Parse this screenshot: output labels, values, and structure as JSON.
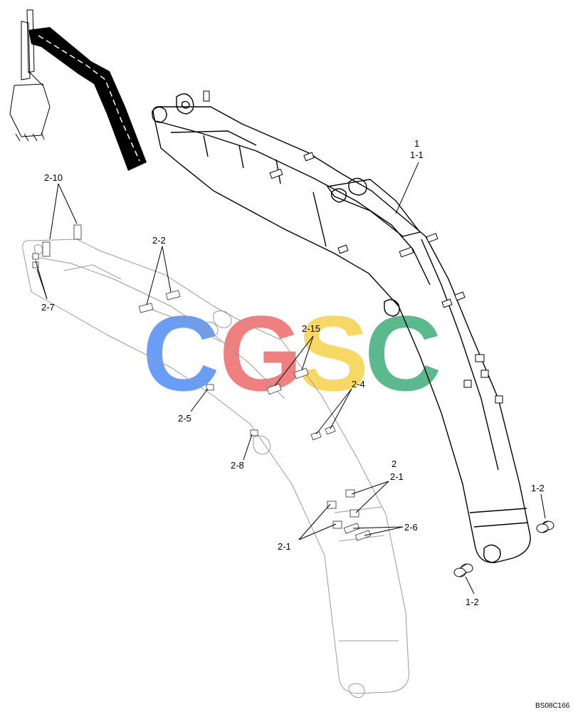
{
  "figure": {
    "code": "BS08C166",
    "watermark": {
      "letters": [
        {
          "char": "C",
          "color": "#4f8df5"
        },
        {
          "char": "G",
          "color": "#ee6b6b"
        },
        {
          "char": "S",
          "color": "#f7d24a"
        },
        {
          "char": "C",
          "color": "#3fae7a"
        }
      ]
    }
  },
  "callouts": {
    "c1": "1",
    "c1_1": "1-1",
    "c1_2_right": "1-2",
    "c1_2_bottom": "1-2",
    "c2": "2",
    "c2_1_right": "2-1",
    "c2_1_left": "2-1",
    "c2_2": "2-2",
    "c2_4": "2-4",
    "c2_5": "2-5",
    "c2_6": "2-6",
    "c2_7": "2-7",
    "c2_8": "2-8",
    "c2_10": "2-10",
    "c2_15": "2-15"
  }
}
